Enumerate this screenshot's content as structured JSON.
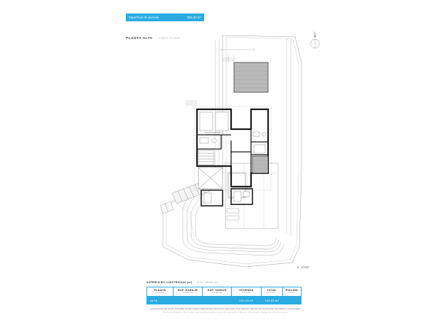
{
  "parcel": {
    "label": "Superficie de parcela",
    "value": "900,30 m²"
  },
  "floor": {
    "title_es": "PLANTA ALTA",
    "title_en": "FIRST FLOOR"
  },
  "compass": {
    "north_label": "N",
    "icon": "north-arrow-icon"
  },
  "scale": {
    "text": "e: 1/250"
  },
  "areas": {
    "caption_es": "SUPERFICIES CONSTRUIDAS (m²)",
    "caption_en": "- BUILT AREAS (m²)",
    "columns": [
      {
        "es": "PLANTA",
        "en": "FLOOR"
      },
      {
        "es": "SUP. GARAJE",
        "en": "GARAGE"
      },
      {
        "es": "SUP. VARIOS",
        "en": "OTHERS"
      },
      {
        "es": "VIVIENDA",
        "en": "HOUSE"
      },
      {
        "es": "TOTAL",
        "en": "TOTAL"
      },
      {
        "es": "PISCINA",
        "en": "POOL"
      }
    ],
    "rows": [
      {
        "floor": "ALTA -",
        "garage": "",
        "others": "",
        "house": "131,25 m²",
        "total": "131,25 m²",
        "pool": ""
      }
    ]
  },
  "disclaimer": {
    "es": "Las dimensiones de las viviendas pueden sufrir modificaciones durante la ejecución de la obra por decisión de la dirección facultativa o la propiedad.",
    "en": "The measurements of the houses may undergo changes during the execution or decision of the project management or of the owner."
  },
  "colors": {
    "accent": "#29abe2",
    "line": "#231f20",
    "muted": "#b0b0b0",
    "terrace_fill": "#b9b9b9",
    "paving_fill": "#e9e9e9"
  },
  "plan": {
    "drawing_name": "first-floor-architectural-plan",
    "rooms": [
      {
        "name": "terrace-north",
        "type": "terrace"
      },
      {
        "name": "bedroom-north",
        "type": "bedroom"
      },
      {
        "name": "bathroom-north",
        "type": "bathroom"
      },
      {
        "name": "hall-stairs",
        "type": "circulation"
      },
      {
        "name": "bedroom-east",
        "type": "bedroom"
      },
      {
        "name": "bathroom-east",
        "type": "bathroom"
      },
      {
        "name": "terrace-south",
        "type": "terrace"
      },
      {
        "name": "bedroom-south",
        "type": "bedroom"
      },
      {
        "name": "pool-terrace",
        "type": "exterior"
      },
      {
        "name": "garden-steps",
        "type": "exterior"
      }
    ]
  }
}
